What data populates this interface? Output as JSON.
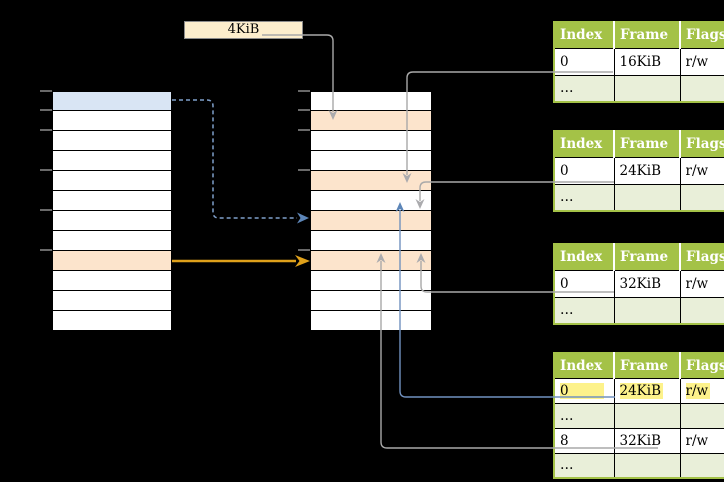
{
  "label_4kib": "4KiB",
  "virtual_memory_column": {
    "row_count": 12,
    "blue_row_index": 0,
    "orange_row_index": 8,
    "tick_count": 6
  },
  "physical_memory_column": {
    "row_count": 12,
    "orange_row_indices": [
      1,
      4,
      6,
      8
    ],
    "tick_count": 5
  },
  "tables": [
    {
      "header": [
        "Index",
        "Frame",
        "Flags"
      ],
      "rows": [
        {
          "index": "0",
          "frame": "16KiB",
          "flags": "r/w"
        },
        {
          "index": "…",
          "frame": "",
          "flags": ""
        }
      ]
    },
    {
      "header": [
        "Index",
        "Frame",
        "Flags"
      ],
      "rows": [
        {
          "index": "0",
          "frame": "24KiB",
          "flags": "r/w"
        },
        {
          "index": "…",
          "frame": "",
          "flags": ""
        }
      ]
    },
    {
      "header": [
        "Index",
        "Frame",
        "Flags"
      ],
      "rows": [
        {
          "index": "0",
          "frame": "32KiB",
          "flags": "r/w"
        },
        {
          "index": "…",
          "frame": "",
          "flags": ""
        }
      ]
    },
    {
      "header": [
        "Index",
        "Frame",
        "Flags"
      ],
      "highlighted_row_index": 0,
      "rows": [
        {
          "index": "0",
          "frame": "24KiB",
          "flags": "r/w"
        },
        {
          "index": "…",
          "frame": "",
          "flags": ""
        },
        {
          "index": "8",
          "frame": "32KiB",
          "flags": "r/w"
        },
        {
          "index": "…",
          "frame": "",
          "flags": ""
        }
      ]
    }
  ],
  "colors": {
    "background": "#000000",
    "row_blue": "#d9e5f4",
    "row_orange": "#fce4cc",
    "table_header_green": "#a4c247",
    "table_dots_row_green": "#e9efd9",
    "highlight_yellow": "#fdf28b",
    "label_box_fill": "#fdeecd",
    "connector_gray": "#a9a9a9",
    "connector_blue": "#7191bf",
    "arrow_orange": "#dfa11b"
  }
}
